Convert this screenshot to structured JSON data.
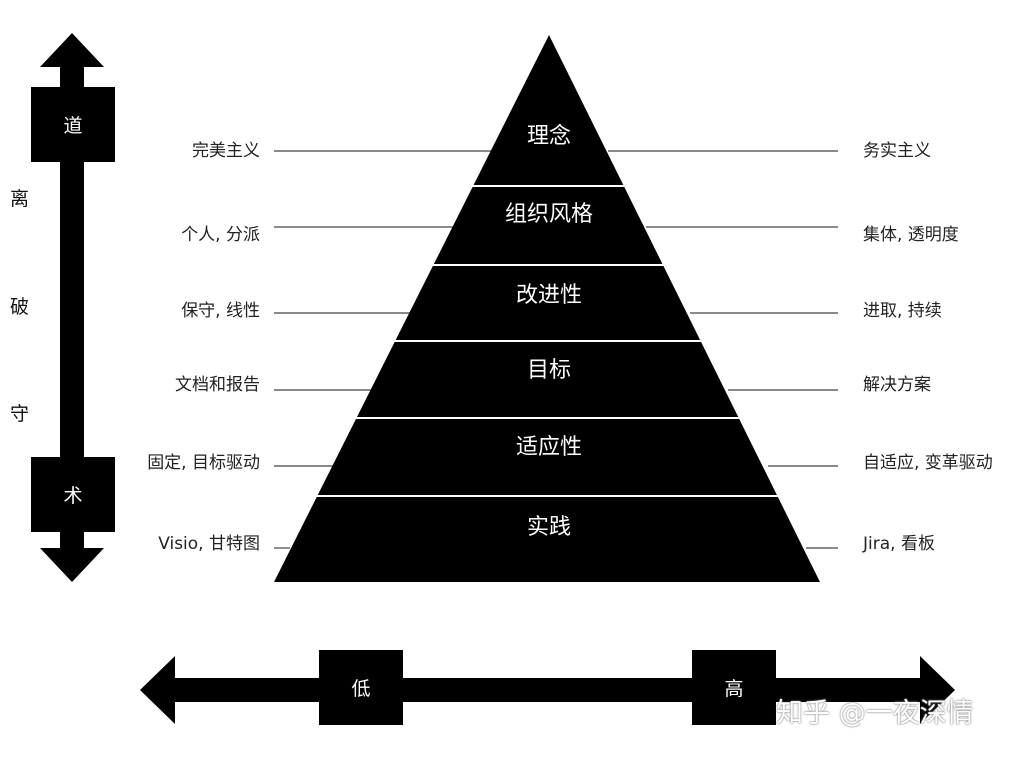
{
  "pyramid": {
    "tiers": [
      {
        "label": "理念",
        "left": "完美主义",
        "right": "务实主义"
      },
      {
        "label": "组织风格",
        "left": "个人, 分派",
        "right": "集体, 透明度"
      },
      {
        "label": "改进性",
        "left": "保守, 线性",
        "right": "进取, 持续"
      },
      {
        "label": "目标",
        "left": "文档和报告",
        "right": "解决方案"
      },
      {
        "label": "适应性",
        "left": "固定, 目标驱动",
        "right": "自适应, 变革驱动"
      },
      {
        "label": "实践",
        "left": "Visio, 甘特图",
        "right": "Jira,  看板"
      }
    ]
  },
  "vertical_axis": {
    "top": "道",
    "bottom": "术",
    "side": [
      "离",
      "破",
      "守"
    ]
  },
  "horizontal_axis": {
    "low": "低",
    "high": "高"
  },
  "watermark": "知乎 @一夜深情",
  "colors": {
    "fill": "#000000",
    "background": "#ffffff",
    "line": "#444444"
  }
}
